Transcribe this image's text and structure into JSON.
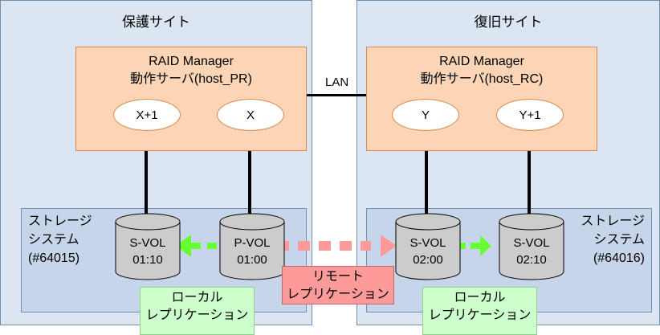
{
  "sites": {
    "protection": {
      "title": "保護サイト"
    },
    "recovery": {
      "title": "復旧サイト"
    }
  },
  "servers": {
    "pr": {
      "line1": "RAID Manager",
      "line2": "動作サーバ(host_PR)",
      "instances": [
        "X+1",
        "X"
      ]
    },
    "rc": {
      "line1": "RAID Manager",
      "line2": "動作サーバ(host_RC)",
      "instances": [
        "Y",
        "Y+1"
      ]
    }
  },
  "network": {
    "label": "LAN"
  },
  "storage": {
    "left": {
      "line1": "ストレージ",
      "line2": "システム",
      "line3": "(#64015)"
    },
    "right": {
      "line1": "ストレージ",
      "line2": "システム",
      "line3": "(#64016)"
    }
  },
  "volumes": [
    {
      "name": "S-VOL",
      "id": "01:10"
    },
    {
      "name": "P-VOL",
      "id": "01:00"
    },
    {
      "name": "S-VOL",
      "id": "02:00"
    },
    {
      "name": "S-VOL",
      "id": "02:10"
    }
  ],
  "replication": {
    "local_left": {
      "line1": "ローカル",
      "line2": "レプリケーション"
    },
    "remote": {
      "line1": "リモート",
      "line2": "レプリケーション"
    },
    "local_right": {
      "line1": "ローカル",
      "line2": "レプリケーション"
    }
  },
  "colors": {
    "site_bg": "#dce6f2",
    "storage_bg": "#c6d5ea",
    "server_bg": "#fbd5b5",
    "local_arrow": "#66ff33",
    "remote_arrow": "#ff9a9a",
    "cylinder": "#cccccc"
  }
}
